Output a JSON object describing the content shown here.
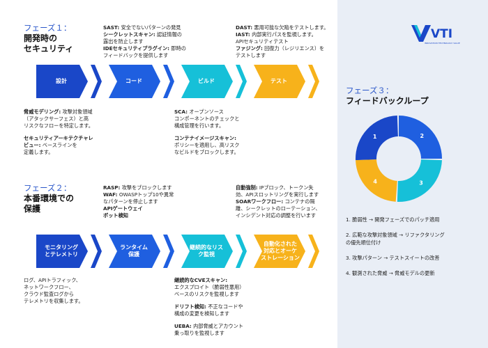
{
  "phase1": {
    "title": "フェーズ１：",
    "subtitle1": "開発時の",
    "subtitle2": "セキュリティ",
    "stages": [
      "設計",
      "コード",
      "ビルド",
      "テスト"
    ],
    "note_code": [
      {
        "b": "SAST:",
        "t": " 安全でないパターンの発見"
      },
      {
        "b": "シークレットスキャン:",
        "t": " 認証情報の"
      },
      {
        "b": "",
        "t": "露出を防止します"
      },
      {
        "b": "IDEセキュリティプラグイン:",
        "t": " 即時の"
      },
      {
        "b": "",
        "t": "フィードバックを提供します"
      }
    ],
    "note_test": [
      {
        "b": "DAST:",
        "t": " 悪用可能な欠陥をテストします。"
      },
      {
        "b": "IAST:",
        "t": " 内部実行パスを監視します。"
      },
      {
        "b": "",
        "t": "APIセキュリティテスト"
      },
      {
        "b": "ファジング:",
        "t": " 回復力（レジリエンス）を"
      },
      {
        "b": "",
        "t": "テストします"
      }
    ],
    "note_design": [
      {
        "b": "脅威モデリング:",
        "t": " 攻撃対象領域"
      },
      {
        "b": "",
        "t": "（アタックサーフェス）と高"
      },
      {
        "b": "",
        "t": "リスクなフローを特定します。"
      },
      {
        "gap": true
      },
      {
        "b": "セキュリティアーキテクチャレ",
        "t": ""
      },
      {
        "b": "ビュー:",
        "t": " ベースラインを"
      },
      {
        "b": "",
        "t": "定義します。"
      }
    ],
    "note_build": [
      {
        "b": "SCA:",
        "t": " オープンソース"
      },
      {
        "b": "",
        "t": "コンポーネントのチェックと"
      },
      {
        "b": "",
        "t": "構成管理を行います。"
      },
      {
        "gap": true
      },
      {
        "b": "コンテナイメージスキャン:",
        "t": ""
      },
      {
        "b": "",
        "t": "ポリシーを適用し、高リスク"
      },
      {
        "b": "",
        "t": "なビルドをブロックします。"
      }
    ]
  },
  "phase2": {
    "title": "フェーズ２：",
    "subtitle1": "本番環境での",
    "subtitle2": "保護",
    "stages": [
      [
        "モニタリング",
        "とテレメトリ"
      ],
      [
        "ランタイム",
        "保護"
      ],
      [
        "継続的なリス",
        "ク監視"
      ],
      [
        "自動化された",
        "対応とオーケ",
        "ストレーション"
      ]
    ],
    "note_runtime": [
      {
        "b": "RASP:",
        "t": " 攻撃をブロックします"
      },
      {
        "b": "WAF:",
        "t": " OWASPトップ10や異常"
      },
      {
        "b": "",
        "t": "なパターンを停止します"
      },
      {
        "b": "APIゲートウェイ",
        "t": ""
      },
      {
        "b": "ボット検知",
        "t": ""
      }
    ],
    "note_auto": [
      {
        "b": "自動強制:",
        "t": " IPブロック、トークン失"
      },
      {
        "b": "",
        "t": "効、APIスロットリングを実行します"
      },
      {
        "b": "SOARワークフロー:",
        "t": " コンテナの隔"
      },
      {
        "b": "",
        "t": "離、シークレットのローテーション、"
      },
      {
        "b": "",
        "t": "インシデント対応の調整を行います"
      }
    ],
    "note_monitor": [
      {
        "b": "",
        "t": "ログ、APIトラフィック、"
      },
      {
        "b": "",
        "t": "ネットワークフロー、"
      },
      {
        "b": "",
        "t": "クラウド監査ログから"
      },
      {
        "b": "",
        "t": "テレメトリを収集します。"
      }
    ],
    "note_risk": [
      {
        "b": "継続的なCVEスキャン:",
        "t": ""
      },
      {
        "b": "",
        "t": "エクスプロイト（脆弱性悪用）"
      },
      {
        "b": "",
        "t": "ベースのリスクを監視します"
      },
      {
        "gap": true
      },
      {
        "b": "ドリフト検知:",
        "t": " 不正なコードや"
      },
      {
        "b": "",
        "t": "構成の変更を検知します"
      },
      {
        "gap": true
      },
      {
        "b": "UEBA:",
        "t": " 内部脅威とアカウント"
      },
      {
        "b": "",
        "t": "乗っ取りを監視します"
      }
    ]
  },
  "phase3": {
    "title": "フェーズ３：",
    "subtitle": "フィードバックループ",
    "segments": [
      "1",
      "2",
      "3",
      "4"
    ],
    "legend": [
      [
        "1. 脆弱性 → 開発フェーズでのパッチ適用"
      ],
      [
        "2. 広範な攻撃対象領域 → リファクタリング",
        "の優先順位付け"
      ],
      [
        "3. 攻撃パターン → テストスイートの改善"
      ],
      [
        "4. 観測された脅威 → 脅威モデルの更新"
      ]
    ]
  },
  "logo": {
    "name": "VTI",
    "tagline": "INNOVATION TECHNOLOGY VALUE"
  },
  "colors": {
    "blue_dark": "#1a47c8",
    "blue": "#1f5fe0",
    "cyan": "#16c0d8",
    "amber": "#f7b21b",
    "accent": "#2a56c9"
  }
}
